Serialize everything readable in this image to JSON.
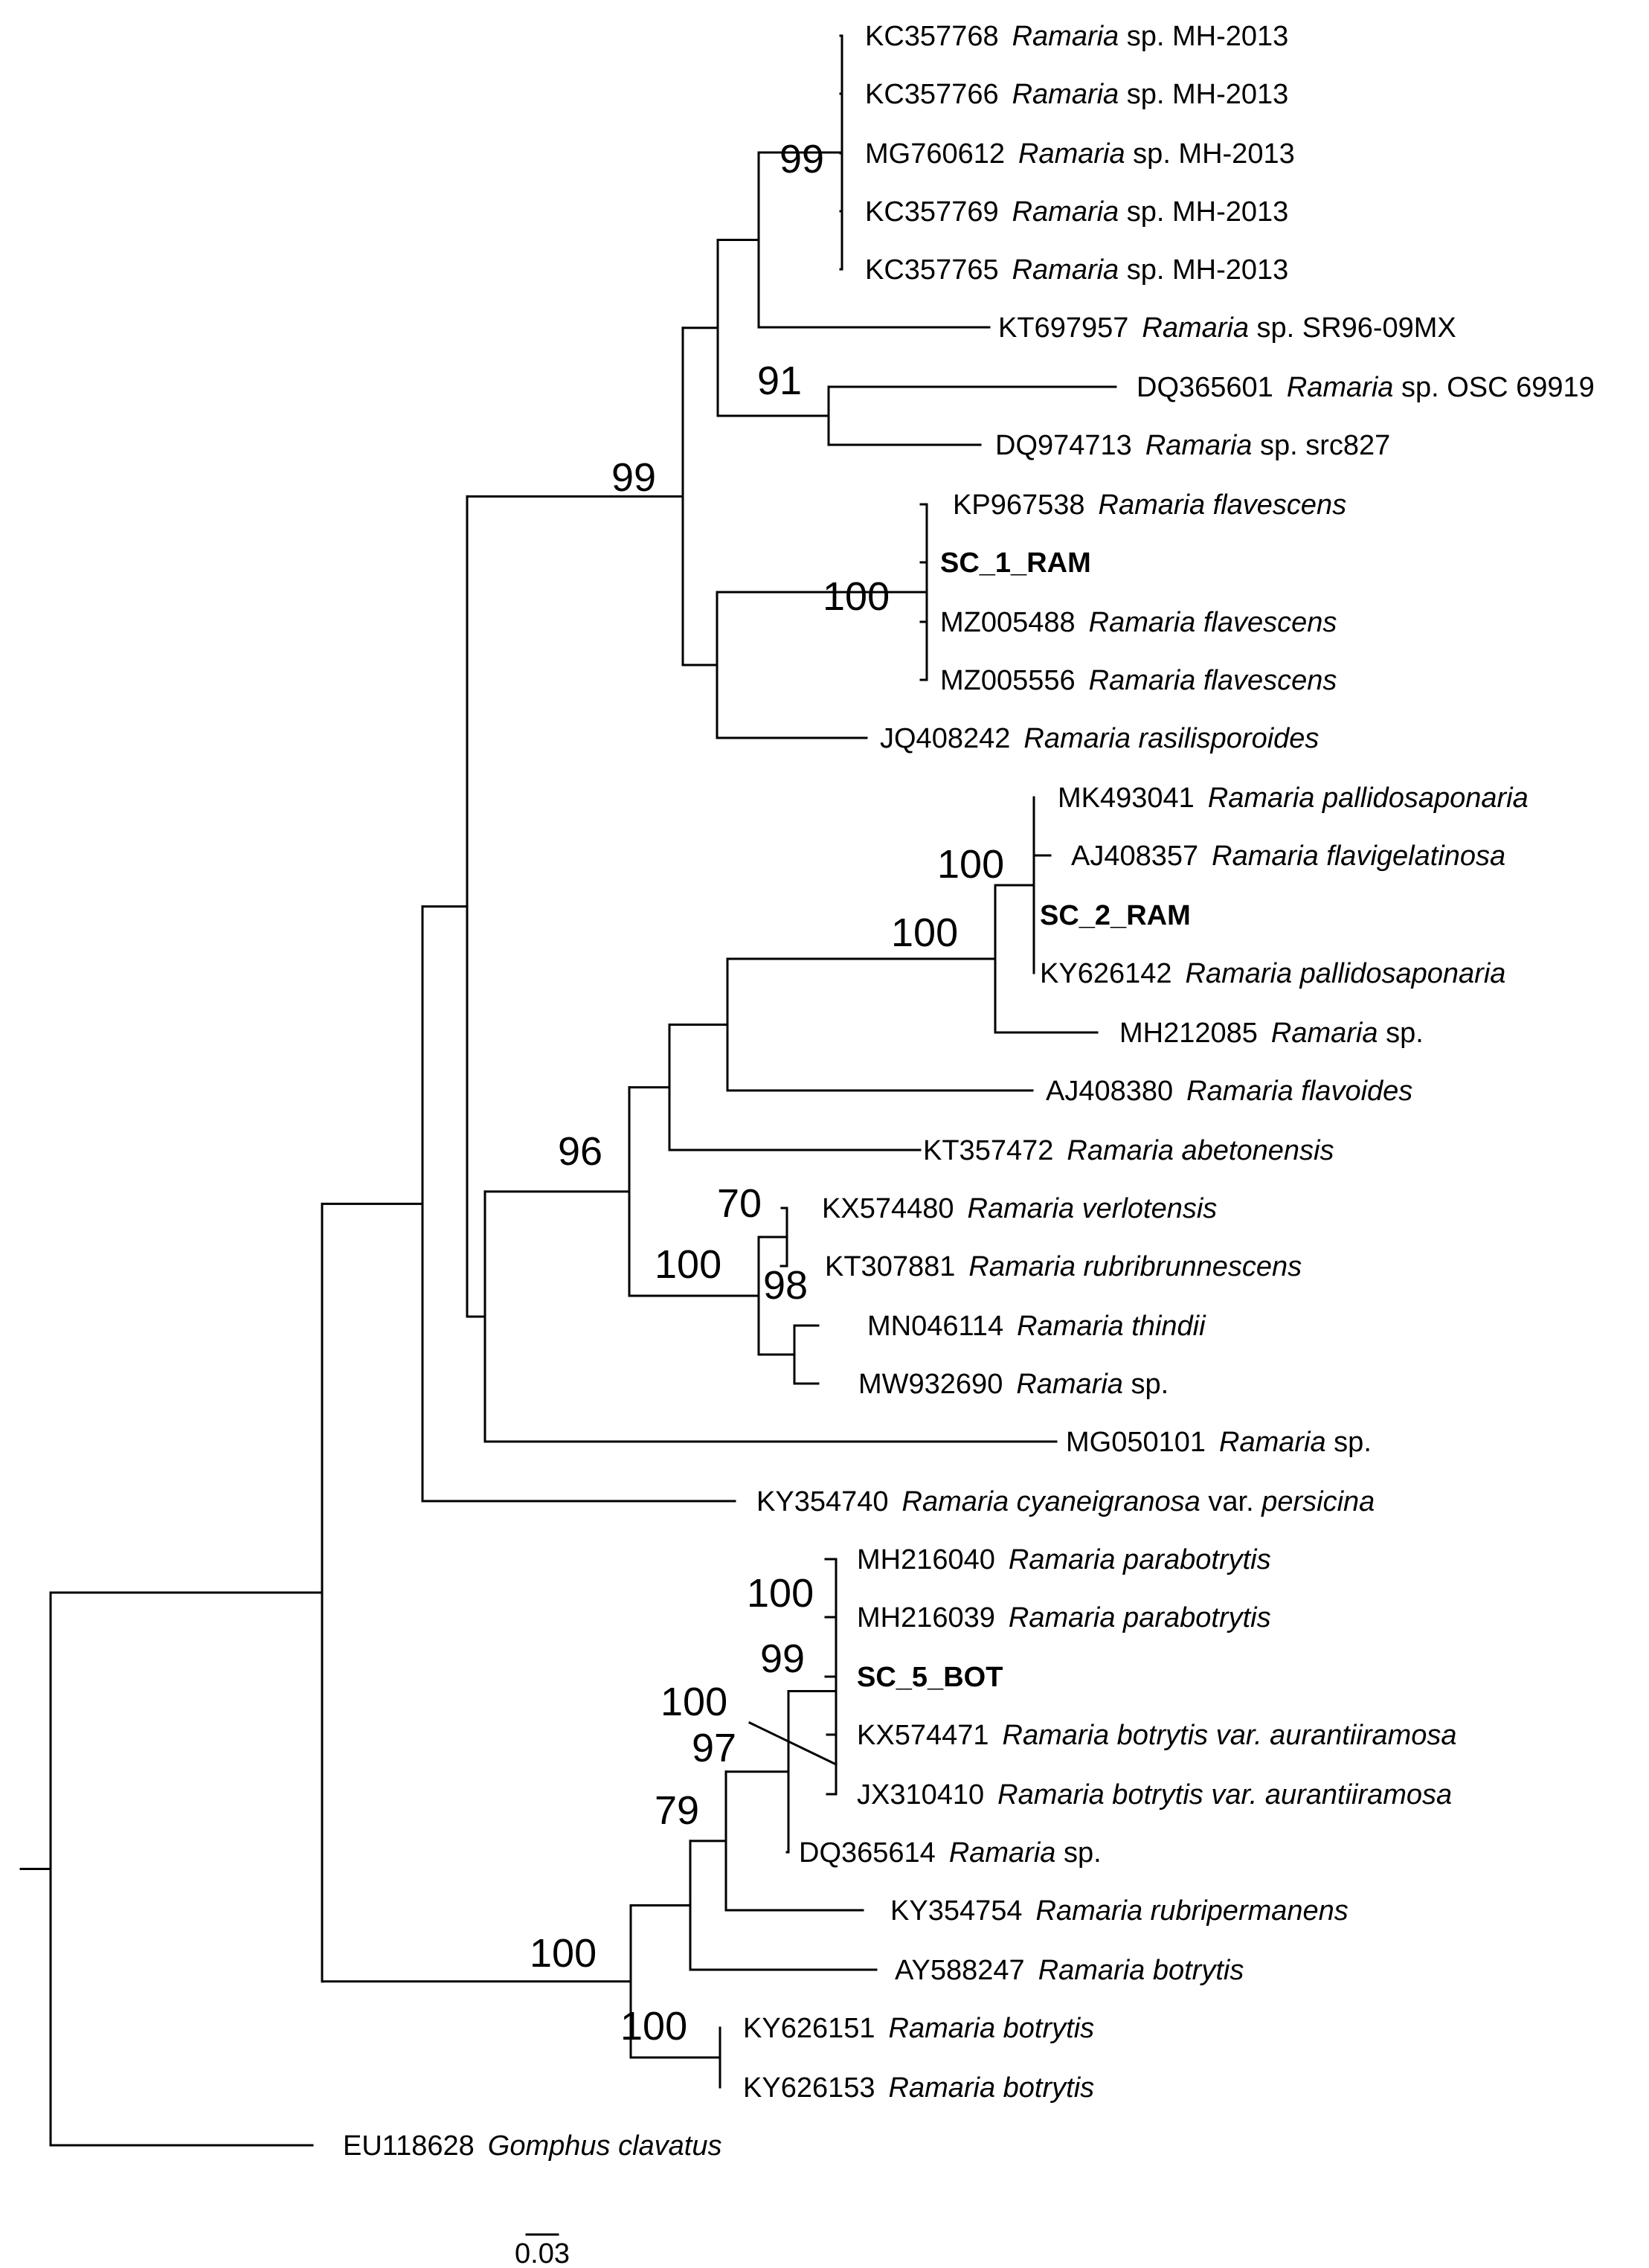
{
  "taxa": [
    {
      "id": "t1",
      "acc": "KC357768",
      "name": [
        {
          "t": "Ramaria",
          "i": true
        },
        {
          "t": " sp. MH-2013",
          "i": false
        }
      ]
    },
    {
      "id": "t2",
      "acc": "KC357766",
      "name": [
        {
          "t": "Ramaria",
          "i": true
        },
        {
          "t": " sp. MH-2013",
          "i": false
        }
      ]
    },
    {
      "id": "t3",
      "acc": "MG760612",
      "name": [
        {
          "t": "Ramaria",
          "i": true
        },
        {
          "t": " sp. MH-2013",
          "i": false
        }
      ]
    },
    {
      "id": "t4",
      "acc": "KC357769",
      "name": [
        {
          "t": "Ramaria",
          "i": true
        },
        {
          "t": " sp. MH-2013",
          "i": false
        }
      ]
    },
    {
      "id": "t5",
      "acc": "KC357765",
      "name": [
        {
          "t": "Ramaria",
          "i": true
        },
        {
          "t": " sp. MH-2013",
          "i": false
        }
      ]
    },
    {
      "id": "t6",
      "acc": "KT697957",
      "name": [
        {
          "t": "Ramaria",
          "i": true
        },
        {
          "t": " sp. SR96-09MX",
          "i": false
        }
      ]
    },
    {
      "id": "t7",
      "acc": "DQ365601",
      "name": [
        {
          "t": "Ramaria",
          "i": true
        },
        {
          "t": " sp. OSC 69919",
          "i": false
        }
      ]
    },
    {
      "id": "t8",
      "acc": "DQ974713",
      "name": [
        {
          "t": "Ramaria",
          "i": true
        },
        {
          "t": " sp. src827",
          "i": false
        }
      ]
    },
    {
      "id": "t9",
      "acc": "KP967538",
      "name": [
        {
          "t": "Ramaria flavescens",
          "i": true
        }
      ]
    },
    {
      "id": "t10",
      "acc": "SC_1_RAM",
      "bold": true,
      "name": []
    },
    {
      "id": "t11",
      "acc": "MZ005488",
      "name": [
        {
          "t": "Ramaria flavescens",
          "i": true
        }
      ]
    },
    {
      "id": "t12",
      "acc": "MZ005556",
      "name": [
        {
          "t": "Ramaria flavescens",
          "i": true
        }
      ]
    },
    {
      "id": "t13",
      "acc": "JQ408242",
      "name": [
        {
          "t": "Ramaria rasilisporoides",
          "i": true
        }
      ]
    },
    {
      "id": "t14",
      "acc": "MK493041",
      "name": [
        {
          "t": "Ramaria pallidosaponaria",
          "i": true
        }
      ]
    },
    {
      "id": "t15",
      "acc": "AJ408357",
      "name": [
        {
          "t": "Ramaria flavigelatinosa",
          "i": true
        }
      ]
    },
    {
      "id": "t16",
      "acc": "SC_2_RAM",
      "bold": true,
      "name": []
    },
    {
      "id": "t17",
      "acc": "KY626142",
      "name": [
        {
          "t": "Ramaria pallidosaponaria",
          "i": true
        }
      ]
    },
    {
      "id": "t18",
      "acc": "MH212085",
      "name": [
        {
          "t": "Ramaria",
          "i": true
        },
        {
          "t": " sp.",
          "i": false
        }
      ]
    },
    {
      "id": "t19",
      "acc": "AJ408380",
      "name": [
        {
          "t": "Ramaria flavoides",
          "i": true
        }
      ]
    },
    {
      "id": "t20",
      "acc": "KT357472",
      "name": [
        {
          "t": "Ramaria abetonensis",
          "i": true
        }
      ]
    },
    {
      "id": "t21",
      "acc": "KX574480",
      "name": [
        {
          "t": "Ramaria verlotensis",
          "i": true
        }
      ]
    },
    {
      "id": "t22",
      "acc": "KT307881",
      "name": [
        {
          "t": "Ramaria rubribrunnescens",
          "i": true
        }
      ]
    },
    {
      "id": "t23",
      "acc": "MN046114",
      "name": [
        {
          "t": "Ramaria thindii",
          "i": true
        }
      ]
    },
    {
      "id": "t24",
      "acc": "MW932690",
      "name": [
        {
          "t": "Ramaria",
          "i": true
        },
        {
          "t": " sp.",
          "i": false
        }
      ]
    },
    {
      "id": "t25",
      "acc": "MG050101",
      "name": [
        {
          "t": "Ramaria",
          "i": true
        },
        {
          "t": " sp.",
          "i": false
        }
      ]
    },
    {
      "id": "t26",
      "acc": "KY354740",
      "name": [
        {
          "t": "Ramaria cyaneigranosa",
          "i": true
        },
        {
          "t": " var. ",
          "i": false
        },
        {
          "t": "persicina",
          "i": true
        }
      ]
    },
    {
      "id": "t27",
      "acc": "MH216040",
      "name": [
        {
          "t": "Ramaria parabotrytis",
          "i": true
        }
      ]
    },
    {
      "id": "t28",
      "acc": "MH216039",
      "name": [
        {
          "t": "Ramaria parabotrytis",
          "i": true
        }
      ]
    },
    {
      "id": "t29",
      "acc": "SC_5_BOT",
      "bold": true,
      "name": []
    },
    {
      "id": "t30",
      "acc": "KX574471",
      "name": [
        {
          "t": "Ramaria botrytis var. aurantiiramosa",
          "i": true
        }
      ]
    },
    {
      "id": "t31",
      "acc": "JX310410",
      "name": [
        {
          "t": "Ramaria botrytis var. aurantiiramosa",
          "i": true
        }
      ]
    },
    {
      "id": "t32",
      "acc": "DQ365614",
      "name": [
        {
          "t": "Ramaria",
          "i": true
        },
        {
          "t": " sp.",
          "i": false
        }
      ]
    },
    {
      "id": "t33",
      "acc": "KY354754",
      "name": [
        {
          "t": "Ramaria rubripermanens",
          "i": true
        }
      ]
    },
    {
      "id": "t34",
      "acc": "AY588247",
      "name": [
        {
          "t": "Ramaria botrytis",
          "i": true
        }
      ]
    },
    {
      "id": "t35",
      "acc": "KY626151",
      "name": [
        {
          "t": "Ramaria botrytis",
          "i": true
        }
      ]
    },
    {
      "id": "t36",
      "acc": "KY626153",
      "name": [
        {
          "t": "Ramaria botrytis",
          "i": true
        }
      ]
    },
    {
      "id": "t37",
      "acc": "EU118628",
      "name": [
        {
          "t": "Gomphus clavatus",
          "i": true
        }
      ]
    }
  ],
  "bootstrap": [
    {
      "id": "bs-a",
      "value": "99"
    },
    {
      "id": "bs-b",
      "value": "91"
    },
    {
      "id": "bs-c",
      "value": "99"
    },
    {
      "id": "bs-d",
      "value": "100"
    },
    {
      "id": "bs-e",
      "value": "100"
    },
    {
      "id": "bs-f",
      "value": "100"
    },
    {
      "id": "bs-g",
      "value": "96"
    },
    {
      "id": "bs-h",
      "value": "70"
    },
    {
      "id": "bs-i",
      "value": "100"
    },
    {
      "id": "bs-j",
      "value": "98"
    },
    {
      "id": "bs-k",
      "value": "100"
    },
    {
      "id": "bs-l",
      "value": "99"
    },
    {
      "id": "bs-m",
      "value": "100"
    },
    {
      "id": "bs-n",
      "value": "97"
    },
    {
      "id": "bs-o",
      "value": "79"
    },
    {
      "id": "bs-p",
      "value": "100"
    },
    {
      "id": "bs-q",
      "value": "100"
    }
  ],
  "scale_bar": {
    "label": "0.03"
  }
}
